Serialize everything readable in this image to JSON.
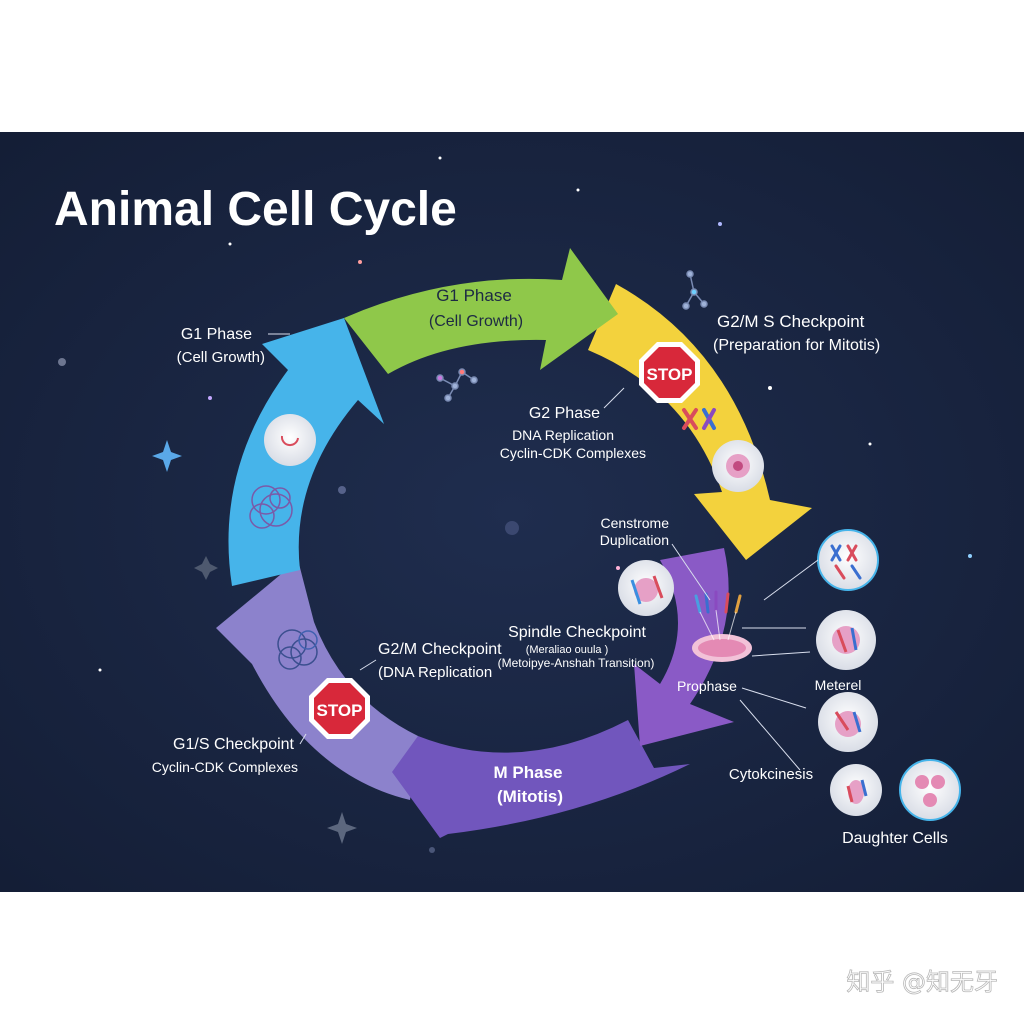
{
  "title": "Animal Cell Cycle",
  "colors": {
    "background": "#172440",
    "green": "#8fc84a",
    "yellow": "#f3d23d",
    "purple": "#8a5cc4",
    "violet": "#6e54b8",
    "lavender": "#8c82cc",
    "blue": "#46b4ea",
    "stop": "#d8283a"
  },
  "segments": {
    "green": {
      "title": "G1 Phase",
      "subtitle": "(Cell Growth)"
    },
    "mphase": {
      "title": "M Phase",
      "subtitle": "(Mitotis)"
    }
  },
  "labels": {
    "g1_left": {
      "title": "G1 Phase",
      "subtitle": "(Cell Growth)"
    },
    "g2m_s": {
      "title": "G2/M S Checkpoint",
      "subtitle": "(Preparation for Mitotis)"
    },
    "g2": {
      "title": "G2 Phase",
      "line1": "DNA Replication",
      "line2": "Cyclin-CDK Complexes"
    },
    "centrosome": {
      "line1": "Censtrome",
      "line2": "Duplication"
    },
    "spindle": {
      "title": "Spindle Checkpoint",
      "line1": "(Meraliao ouula )",
      "line2": "(Metoipye-Anshah Transition)"
    },
    "g2m_left": {
      "title": "G2/M Checkpoint",
      "subtitle": "(DNA Replication"
    },
    "g1s": {
      "title": "G1/S Checkpoint",
      "subtitle": "Cyclin-CDK Complexes"
    },
    "prophase": "Prophase",
    "meterel": "Meterel",
    "cytokinesis": "Cytokcinesis",
    "daughter": "Daughter Cells"
  },
  "stop_signs": [
    "STOP",
    "STOP"
  ],
  "watermark": "知乎 @知无牙"
}
